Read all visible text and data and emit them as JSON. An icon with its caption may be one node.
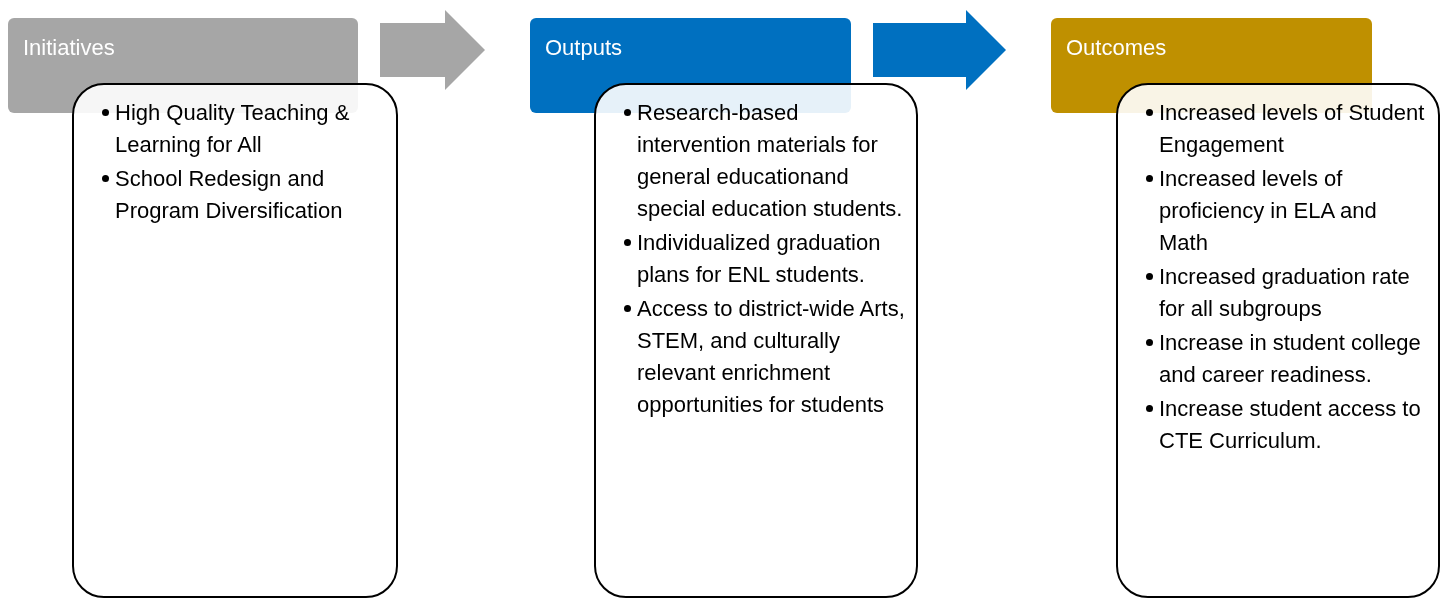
{
  "diagram": {
    "nodes": [
      {
        "text": [
          "Initiatives"
        ]
      },
      {
        "text": [
          "High Quality Teaching & Learning for All",
          "School Redesign and Program Diversification"
        ]
      },
      {
        "text": [
          "Outputs"
        ]
      },
      {
        "text": [
          "Research-based intervention materials for general educationand special education students.",
          "Individualized graduation plans for ENL students.",
          "Access to district-wide Arts, STEM, and culturally relevant enrichment opportunities for students"
        ]
      },
      {
        "text": [
          "Outcomes"
        ]
      },
      {
        "text": [
          "Increased levels of Student Engagement",
          "Increased levels of proficiency in ELA and Math",
          "Increased graduation rate for all subgroups",
          "Increase in student college and career readiness.",
          "Increase student access to CTE Curriculum."
        ]
      }
    ],
    "edges": [
      {
        "from": 0,
        "to": 2,
        "arrow": "to",
        "style": "thick",
        "color": "#a6a6a6"
      },
      {
        "from": 2,
        "to": 4,
        "arrow": "to",
        "style": "thick",
        "color": "#0070c0"
      }
    ]
  }
}
